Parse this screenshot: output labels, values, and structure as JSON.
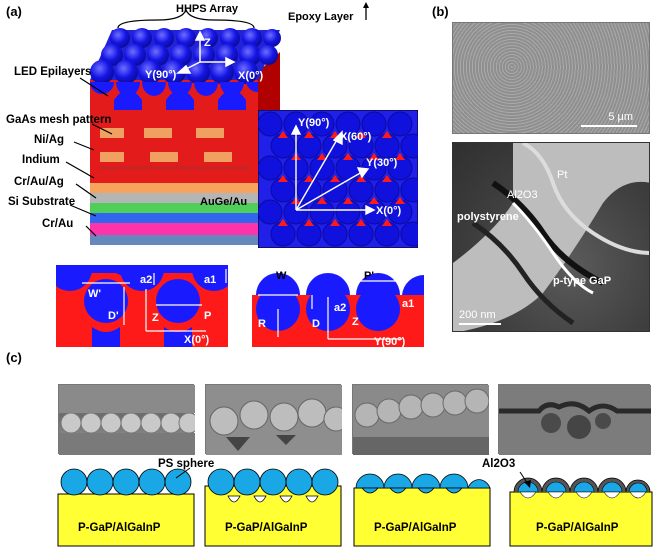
{
  "panel_a": {
    "label": "(a)",
    "hhps_array": "HHPS Array",
    "epoxy_layer": "Epoxy Layer",
    "led_epilayers": "LED Epilayers",
    "gaas_mesh": "GaAs mesh pattern",
    "ni_ag": "Ni/Ag",
    "indium": "Indium",
    "cr_au_ag": "Cr/Au/Ag",
    "si_substrate": "Si Substrate",
    "cr_au": "Cr/Au",
    "auge_au": "AuGe/Au",
    "axis_z": "Z",
    "axis_y90": "Y(90°)",
    "axis_x0": "X(0°)",
    "top_y90": "Y(90°)",
    "top_x60": "X(60°)",
    "top_y30": "Y(30°)",
    "top_x0": "X(0°)",
    "xs1_w": "W'",
    "xs1_d": "D'",
    "xs1_a2": "a2",
    "xs1_a1": "a1",
    "xs1_z": "Z",
    "xs1_p": "P",
    "xs1_x": "X(0°)",
    "xs2_w": "W",
    "xs2_r": "R",
    "xs2_d": "D",
    "xs2_a2": "a2",
    "xs2_a1": "a1",
    "xs2_p": "P'",
    "xs2_z": "Z",
    "xs2_y": "Y(90°)"
  },
  "panel_b": {
    "label": "(b)",
    "scale_top": "5 μm",
    "pt": "Pt",
    "al2o3": "Al2O3",
    "polystyrene": "polystyrene",
    "ptype_gap": "p-type GaP",
    "scale_bottom": "200 nm"
  },
  "panel_c": {
    "label": "(c)",
    "ps_sphere": "PS sphere",
    "al2o3": "Al2O3",
    "substrate_labels": [
      "P-GaP/AlGaInP",
      "P-GaP/AlGaInP",
      "P-GaP/AlGaInP",
      "P-GaP/AlGaInP"
    ]
  },
  "colors": {
    "sphere_blue": "#1a1aff",
    "red": "#ff1a1a",
    "yellow": "#ffff33",
    "sphere_cyan": "#1aa7e6"
  }
}
